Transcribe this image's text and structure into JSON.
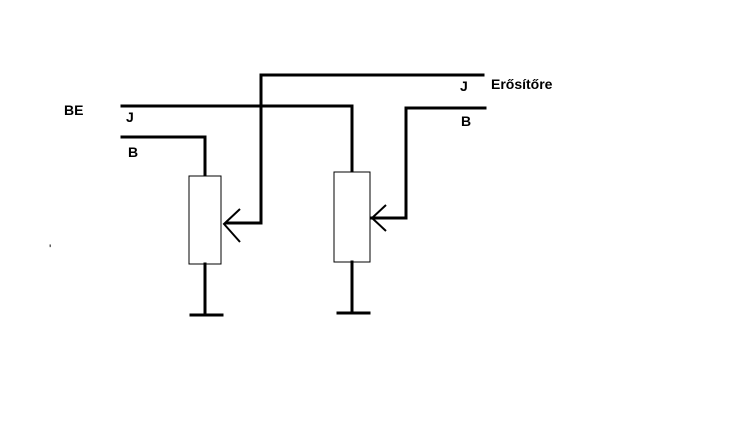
{
  "labels": {
    "input": "BE",
    "input_j": "J",
    "input_b": "B",
    "output": "Erősítőre",
    "output_j": "J",
    "output_b": "B",
    "stray_mark": "'"
  },
  "colors": {
    "ink": "#000000",
    "background": "#ffffff"
  },
  "components": [
    {
      "id": "potentiometer-left",
      "type": "potentiometer"
    },
    {
      "id": "potentiometer-right",
      "type": "potentiometer"
    }
  ]
}
